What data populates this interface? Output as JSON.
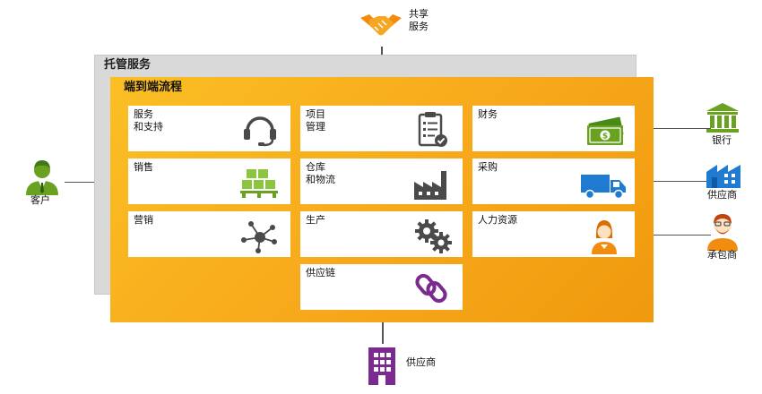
{
  "shared": {
    "label": "共享\n服务"
  },
  "managed": {
    "title": "托管服务"
  },
  "e2e": {
    "title": "端到端流程"
  },
  "tiles": [
    {
      "label": "服务\n和支持",
      "icon": "headset-icon"
    },
    {
      "label": "项目\n管理",
      "icon": "clipboard-checklist-icon"
    },
    {
      "label": "财务",
      "icon": "money-icon"
    },
    {
      "label": "销售",
      "icon": "stacked-boxes-icon"
    },
    {
      "label": "仓库\n和物流",
      "icon": "factory-icon"
    },
    {
      "label": "采购",
      "icon": "delivery-truck-icon"
    },
    {
      "label": "营销",
      "icon": "network-nodes-icon"
    },
    {
      "label": "生产",
      "icon": "gears-icon"
    },
    {
      "label": "人力资源",
      "icon": "person-icon"
    },
    {
      "label": "供应链",
      "icon": "chain-link-icon"
    }
  ],
  "externals": {
    "customer": "客户",
    "bank": "银行",
    "supplier_right": "供应商",
    "contractor": "承包商",
    "supplier_bottom": "供应商"
  },
  "colors": {
    "orange": "#f7a81b",
    "gray": "#d9d9d9",
    "green": "#6aa121",
    "blue": "#1e7bd1",
    "purple": "#7b2a8f",
    "icon_gray": "#4a4a4a",
    "person_orange": "#f28c0f"
  }
}
